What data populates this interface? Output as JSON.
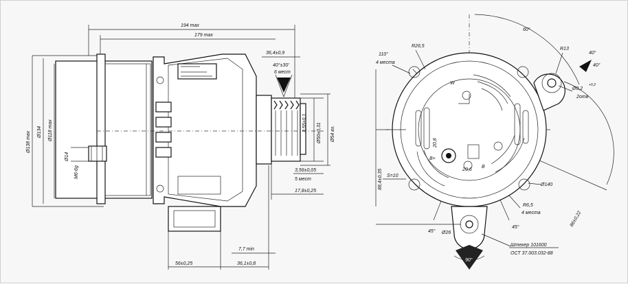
{
  "left_view": {
    "dimensions": {
      "overall_len": "194 max",
      "body_len": "179 max",
      "pulley_offset": "36,4±0,9",
      "groove_angle": "40°±30'",
      "groove_count": "6 мест",
      "dia_138": "Ø138 max",
      "dia_134": "Ø134",
      "dia_118": "Ø118 max",
      "dia_14": "Ø14",
      "thread": "M6-6g",
      "pitch": "3,55±0,1",
      "dia_50": "Ø50±0,31",
      "dia_54": "Ø54 вх.",
      "groove_pitch": "3,56±0,05",
      "groove_places": "5 мест",
      "hub_len": "17,8±0,25",
      "min_7": "7,7 min",
      "mount_56": "56±0,25",
      "mount_36": "36,1±0,8"
    }
  },
  "right_view": {
    "dimensions": {
      "angle_110": "110°",
      "places_4": "4 места",
      "r_26_5": "R26,5",
      "angle_60": "60°",
      "r_13": "R13",
      "angle_40a": "40°",
      "angle_40b": "40°",
      "bore": "Ø8,2",
      "bore_tol": "+0,2",
      "bore_count": "2отв",
      "label_w": "W",
      "size_20_8": "20,8",
      "size_20_6": "20,6",
      "label_b": "В",
      "label_b_plus": "В+",
      "s_10": "S=10",
      "height_88": "88,4±0,35",
      "dia_140": "Ø140",
      "r_6_5": "R6,5",
      "places_4b": "4 места",
      "dist_86": "86±0,22",
      "angle_45a": "45°",
      "angle_45b": "45°",
      "dia_26": "Ø26",
      "plug_label": "Штекер 101600",
      "plug_std": "ОСТ 37.003.032-88",
      "angle_90": "90°"
    }
  }
}
